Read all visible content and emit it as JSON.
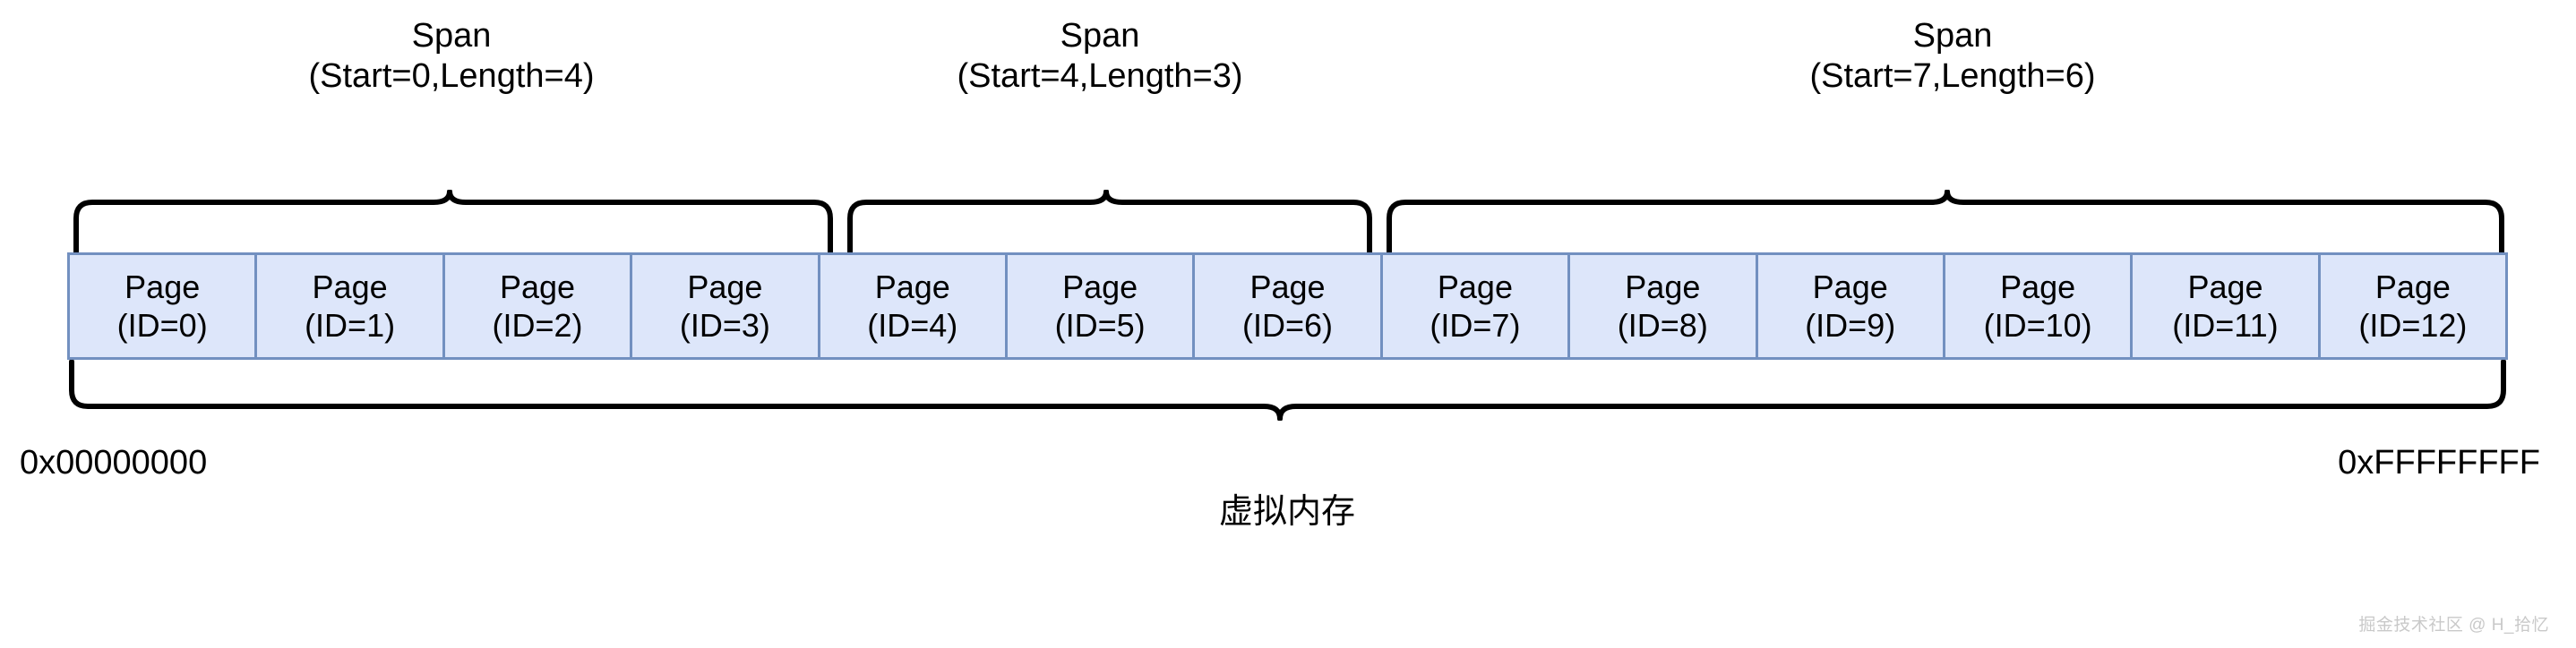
{
  "diagram": {
    "title_caption": "虚拟内存",
    "address_start": "0x00000000",
    "address_end": "0xFFFFFFFF",
    "watermark": "掘金技术社区 @ H_拾忆",
    "colors": {
      "cell_fill": "#dde6fa",
      "cell_border": "#7290c0",
      "brace_stroke": "#000000",
      "text": "#000000",
      "watermark_text": "#c9c9c9"
    }
  },
  "spans": [
    {
      "name": "Span",
      "detail": "(Start=0,Length=4)",
      "start": 0,
      "length": 4
    },
    {
      "name": "Span",
      "detail": "(Start=4,Length=3)",
      "start": 4,
      "length": 3
    },
    {
      "name": "Span",
      "detail": "(Start=7,Length=6)",
      "start": 7,
      "length": 6
    }
  ],
  "pages": [
    {
      "name": "Page",
      "id_label": "(ID=0)",
      "id": 0
    },
    {
      "name": "Page",
      "id_label": "(ID=1)",
      "id": 1
    },
    {
      "name": "Page",
      "id_label": "(ID=2)",
      "id": 2
    },
    {
      "name": "Page",
      "id_label": "(ID=3)",
      "id": 3
    },
    {
      "name": "Page",
      "id_label": "(ID=4)",
      "id": 4
    },
    {
      "name": "Page",
      "id_label": "(ID=5)",
      "id": 5
    },
    {
      "name": "Page",
      "id_label": "(ID=6)",
      "id": 6
    },
    {
      "name": "Page",
      "id_label": "(ID=7)",
      "id": 7
    },
    {
      "name": "Page",
      "id_label": "(ID=8)",
      "id": 8
    },
    {
      "name": "Page",
      "id_label": "(ID=9)",
      "id": 9
    },
    {
      "name": "Page",
      "id_label": "(ID=10)",
      "id": 10
    },
    {
      "name": "Page",
      "id_label": "(ID=11)",
      "id": 11
    },
    {
      "name": "Page",
      "id_label": "(ID=12)",
      "id": 12
    }
  ]
}
